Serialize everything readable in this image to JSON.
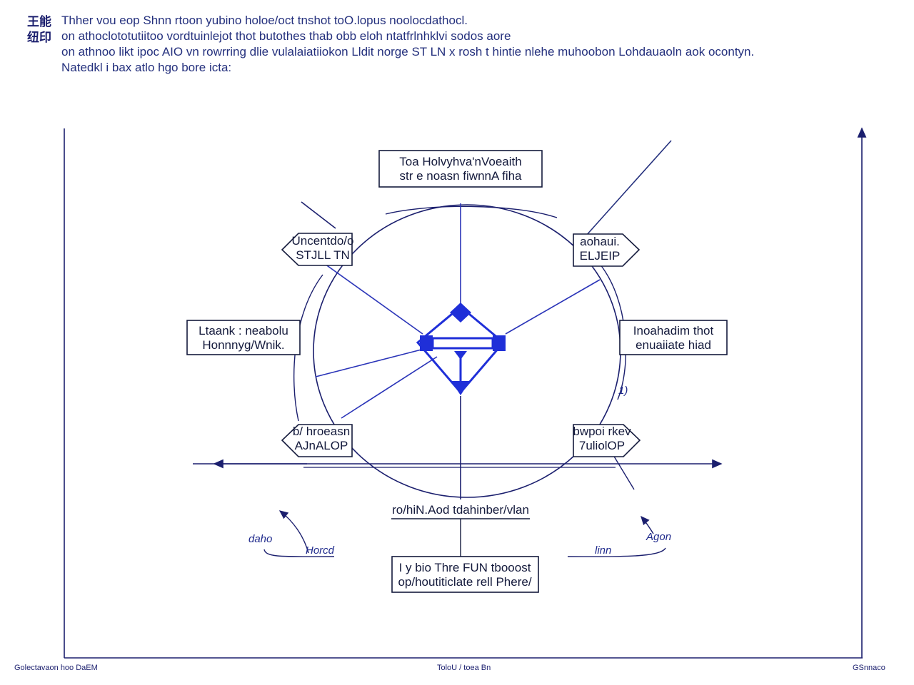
{
  "header": {
    "glyph_lines": [
      "王能",
      "纽印"
    ],
    "lines": [
      "Thher vou eop Shnn rtoon yubino holoe/oct tnshot toO.lopus noolocdathocl.",
      "on athoclototutiitoo vordtuinlejot thot butothes thab obb eloh ntatfrlnhklvi sodos aore",
      "on athnoo likt ipoc AIO vn rowrring dlie vulalaiatiiokon Lldit norge ST LN x rosh t hintie nlehe  muhoobon Lohdauaoln aok ocontyn.",
      "Natedkl i bax atlo hgo bore icta:"
    ]
  },
  "boxes": {
    "top": [
      "Toa Holvyhva'nVoeaith",
      "str e noasn fiwnnA fiha"
    ],
    "bottom": [
      "I y bio Thre FUN tbooost",
      "op/houtiticlate rell Phere/"
    ]
  },
  "callouts": {
    "upper_left": [
      "Uncentdo/o",
      "STJLL TN"
    ],
    "upper_right": [
      "aohaui.",
      "ELJEIP"
    ],
    "lower_left": [
      "b/ hroeasn",
      "AJnALOP"
    ],
    "lower_right": [
      "bwpoi rkev",
      "7uliolOP"
    ]
  },
  "side_labels": {
    "left": [
      "Ltaank : neabolu",
      "Honnnyg/Wnik."
    ],
    "right": [
      "Inoahadim thot",
      "enuaiiate hiad"
    ]
  },
  "center_caption": "ro/hiN.Aod tdahinber/vlan",
  "small_labels": {
    "left_a": "daho",
    "left_b": "Horcd",
    "right_a": "Agon",
    "right_b": "linn",
    "tick_right": "1)"
  },
  "footer": {
    "left": "Golectavaon hoo DaEM",
    "center": "ToloU / toea Bn",
    "right": "GSnnaco"
  },
  "colors": {
    "ink": "#1b1f6e",
    "accent": "#1f2fd8"
  }
}
